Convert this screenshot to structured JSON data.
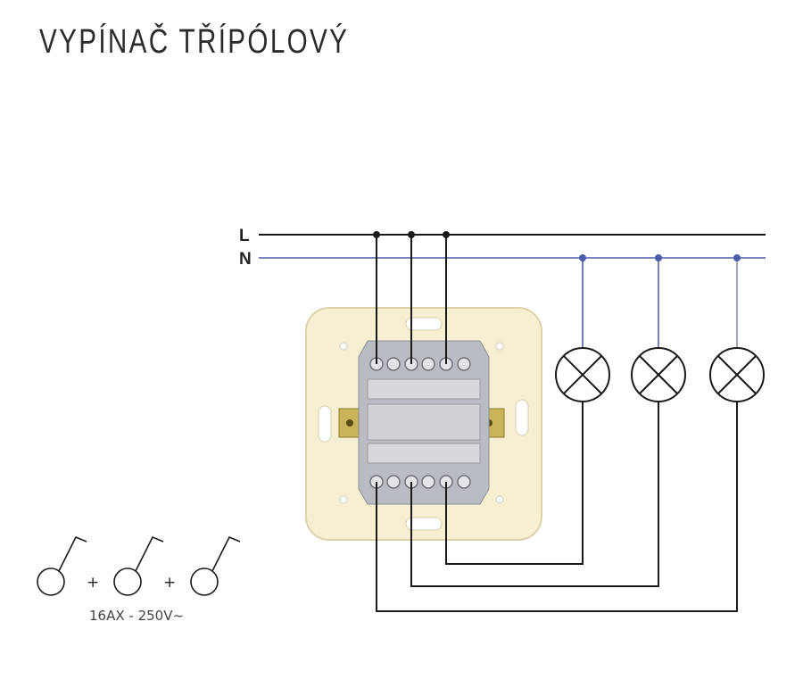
{
  "title": "VYPÍNAČ TŘÍPÓLOVÝ",
  "lines": {
    "live_label": "L",
    "neutral_label": "N"
  },
  "symbol": {
    "plus": "+",
    "rating": "16AX - 250V~"
  },
  "colors": {
    "live": "#1a1a1a",
    "neutral": "#4a5bab",
    "plate": "#f6efd2",
    "mechanism": "#b9bcc2"
  },
  "lamps": [
    {
      "name": "lamp-1"
    },
    {
      "name": "lamp-2"
    },
    {
      "name": "lamp-3"
    }
  ]
}
